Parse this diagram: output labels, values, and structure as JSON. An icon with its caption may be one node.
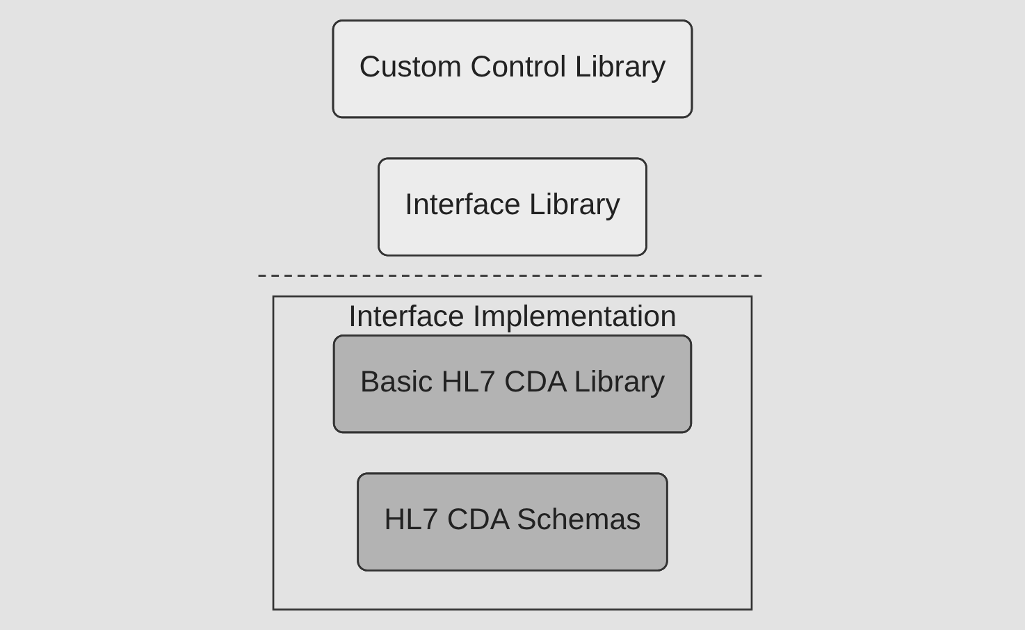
{
  "diagram": {
    "nodes": [
      {
        "text": [
          "Custom Control Library"
        ]
      },
      {
        "text": [
          "Interface Library"
        ]
      },
      {
        "text": [
          "Interface Implementation"
        ]
      },
      {
        "text": [
          "Basic HL7 CDA Library"
        ],
        "in": 2
      },
      {
        "text": [
          "HL7 CDA Schemas"
        ],
        "in": 2
      }
    ]
  }
}
